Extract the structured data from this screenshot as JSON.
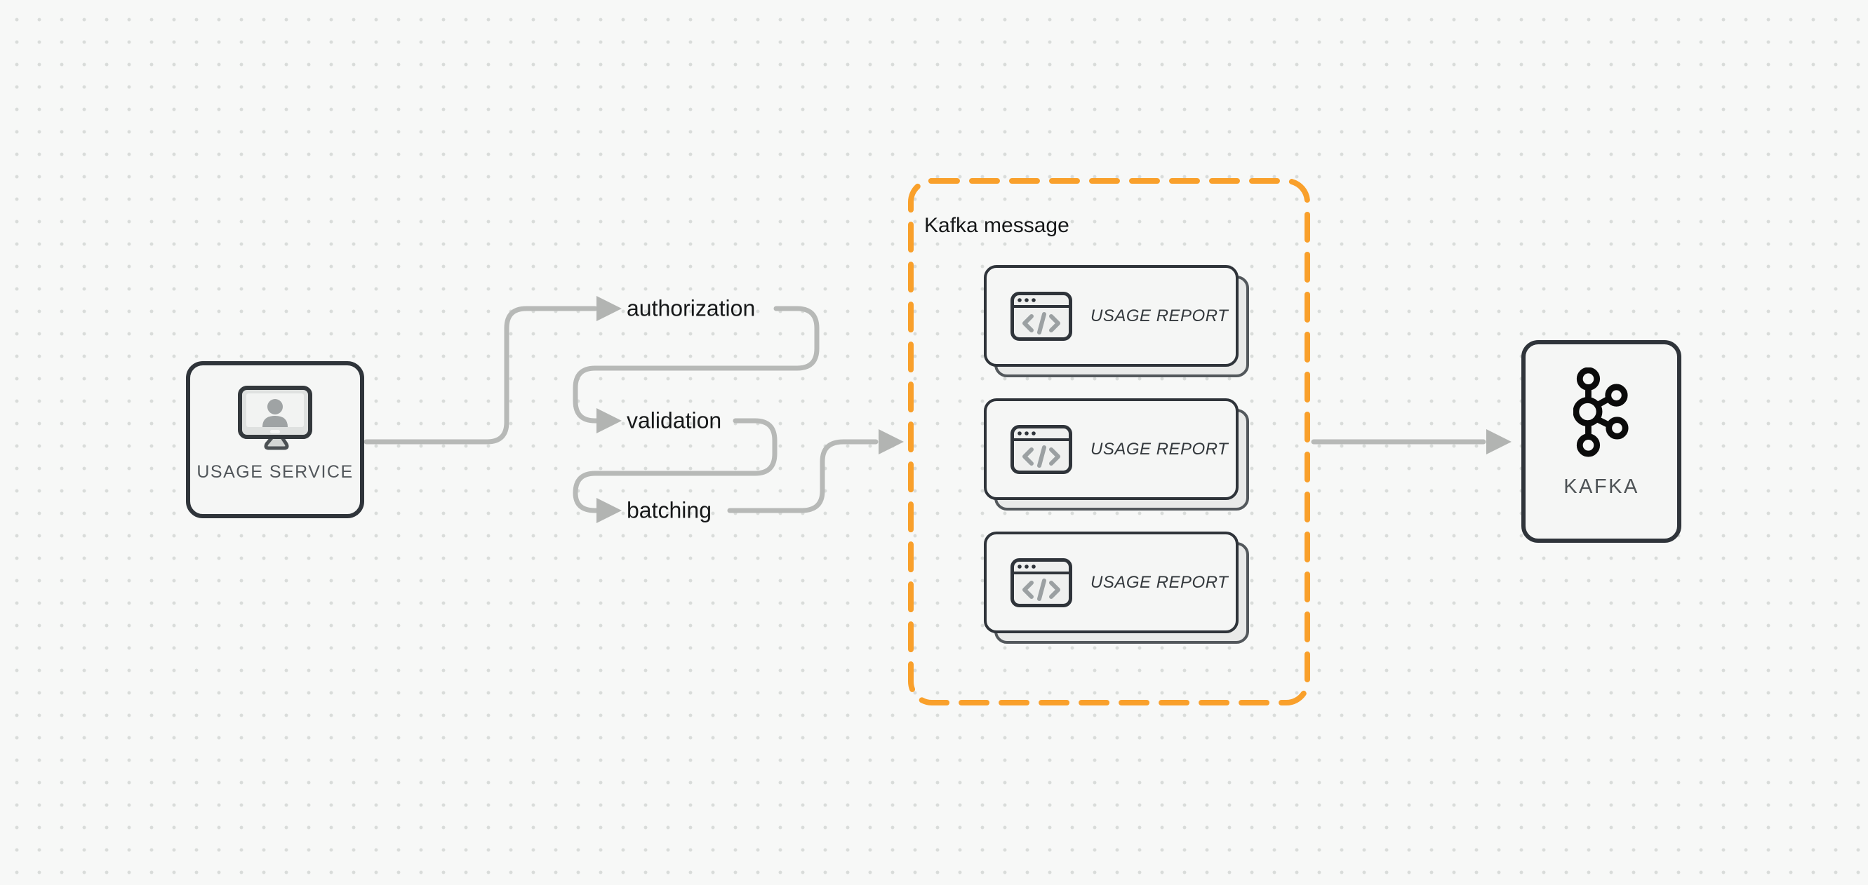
{
  "diagram": {
    "usage_service": {
      "label": "USAGE SERVICE",
      "icon": "monitor-user-icon"
    },
    "flow_steps": [
      "authorization",
      "validation",
      "batching"
    ],
    "kafka_message_group": {
      "title": "Kafka message",
      "cards": [
        {
          "label": "USAGE REPORT",
          "icon": "code-window-icon"
        },
        {
          "label": "USAGE REPORT",
          "icon": "code-window-icon"
        },
        {
          "label": "USAGE REPORT",
          "icon": "code-window-icon"
        }
      ]
    },
    "kafka": {
      "label": "KAFKA",
      "icon": "kafka-logo-icon"
    },
    "colors": {
      "accent_orange": "#f9a02b",
      "connector_gray": "#b7b9b7",
      "border_dark": "#2f343a",
      "node_fill": "#f5f6f5",
      "background": "#f7f8f7"
    }
  }
}
